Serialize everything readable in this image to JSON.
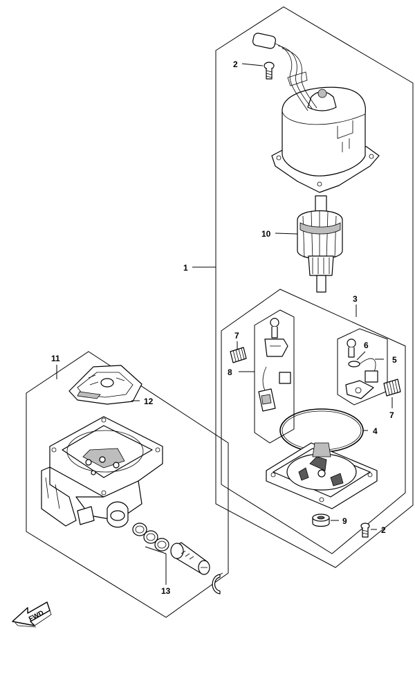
{
  "callouts": {
    "c1": "1",
    "c2_top": "2",
    "c2_bottom": "2",
    "c3": "3",
    "c4": "4",
    "c5": "5",
    "c6": "6",
    "c7_left": "7",
    "c7_right": "7",
    "c8": "8",
    "c9": "9",
    "c10": "10",
    "c11": "11",
    "c12": "12",
    "c13": "13"
  },
  "direction_arrow": {
    "label": "FWD",
    "icon": "fwd-arrow-icon"
  },
  "colors": {
    "line": "#000000",
    "background": "#ffffff",
    "shade": "#bdbdbd"
  }
}
